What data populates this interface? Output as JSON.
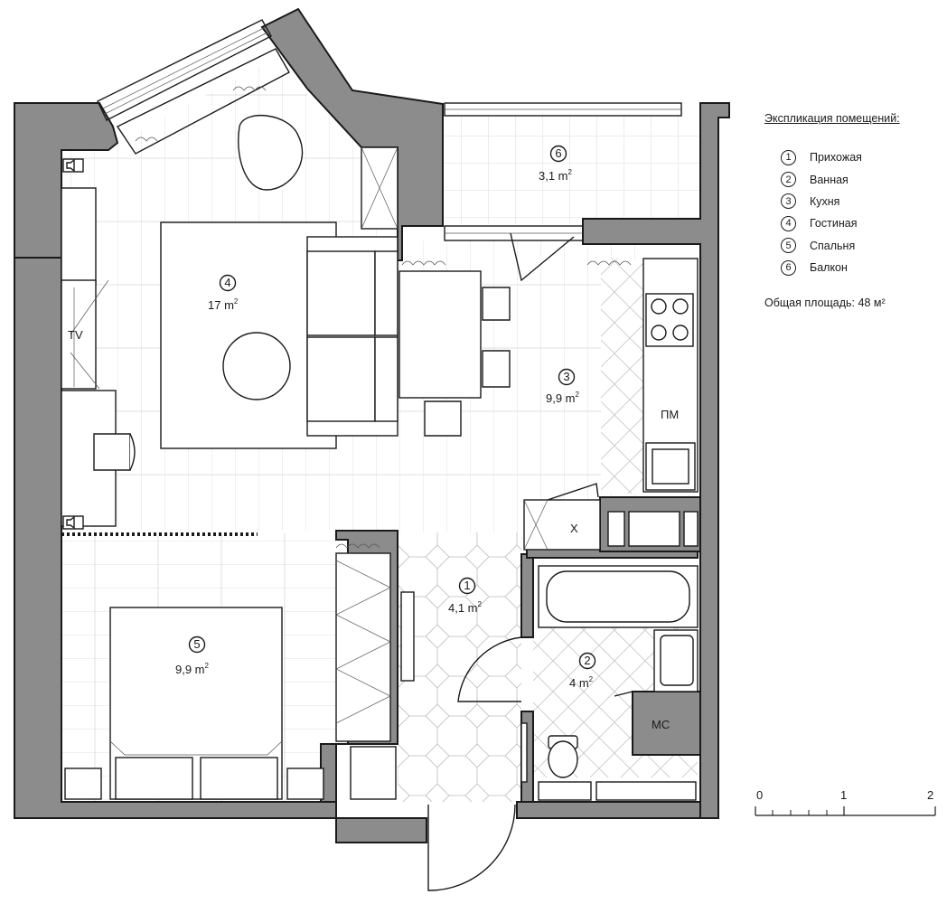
{
  "legend": {
    "title": "Экспликация помещений:",
    "rooms": [
      {
        "num": "1",
        "name": "Прихожая"
      },
      {
        "num": "2",
        "name": "Ванная"
      },
      {
        "num": "3",
        "name": "Кухня"
      },
      {
        "num": "4",
        "name": "Гостиная"
      },
      {
        "num": "5",
        "name": "Спальня"
      },
      {
        "num": "6",
        "name": "Балкон"
      }
    ],
    "total": "Общая площадь: 48 м²"
  },
  "plan": {
    "rooms": [
      {
        "num": "1",
        "area": "4,1 m",
        "unit": "2"
      },
      {
        "num": "2",
        "area": "4 m",
        "unit": "2"
      },
      {
        "num": "3",
        "area": "9,9 m",
        "unit": "2"
      },
      {
        "num": "4",
        "area": "17 m",
        "unit": "2"
      },
      {
        "num": "5",
        "area": "9,9 m",
        "unit": "2"
      },
      {
        "num": "6",
        "area": "3,1 m",
        "unit": "2"
      }
    ],
    "labels": {
      "tv": "TV",
      "fridge": "X",
      "dishwasher": "ПМ",
      "washer": "МС"
    }
  },
  "scale": {
    "ticks": [
      "0",
      "1",
      "2"
    ]
  },
  "colors": {
    "wall": "#8c8c8c",
    "line": "#1a1a1a",
    "background": "#ffffff"
  }
}
